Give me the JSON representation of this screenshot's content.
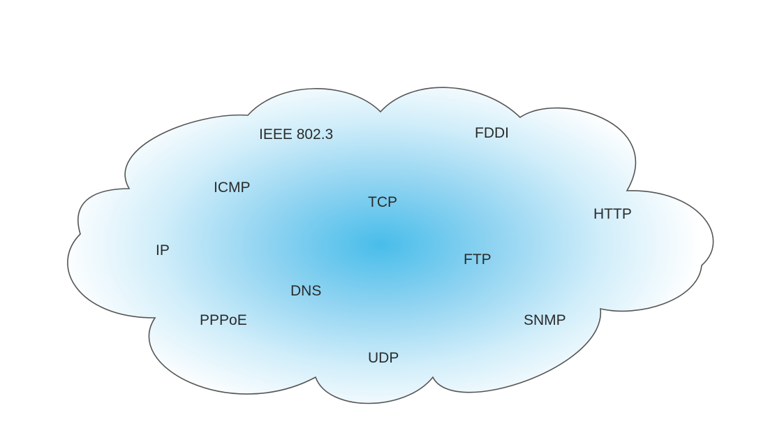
{
  "diagram": {
    "shape": "cloud",
    "colors": {
      "center": "#48bdea",
      "mid": "#a8ddf4",
      "edge": "#ffffff",
      "outline": "#555555",
      "text": "#2b2b2b"
    },
    "protocols": {
      "ieee": "IEEE 802.3",
      "fddi": "FDDI",
      "icmp": "ICMP",
      "tcp": "TCP",
      "http": "HTTP",
      "ip": "IP",
      "ftp": "FTP",
      "dns": "DNS",
      "pppoe": "PPPoE",
      "snmp": "SNMP",
      "udp": "UDP"
    }
  }
}
